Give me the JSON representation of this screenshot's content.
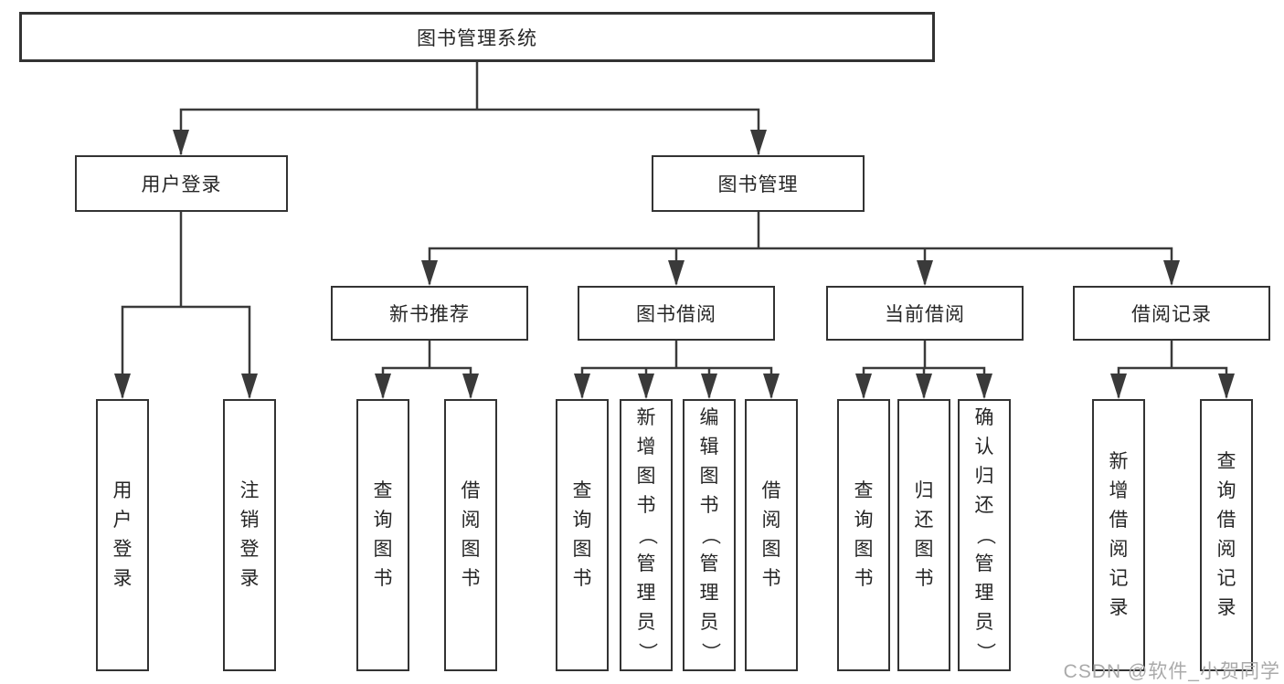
{
  "colors": {
    "background": "#ffffff",
    "line": "#3a3a3a",
    "box_border": "#333333",
    "text": "#262626",
    "watermark": "#aaaaaa"
  },
  "watermark": {
    "text": "CSDN @软件_小贺同学"
  },
  "diagram": {
    "root": {
      "label": "图书管理系统"
    },
    "branches": [
      {
        "label": "用户登录",
        "children": [
          {
            "label": "用户登录"
          },
          {
            "label": "注销登录"
          }
        ]
      },
      {
        "label": "图书管理",
        "children": [
          {
            "label": "新书推荐",
            "children": [
              {
                "label": "查询图书"
              },
              {
                "label": "借阅图书"
              }
            ]
          },
          {
            "label": "图书借阅",
            "children": [
              {
                "label": "查询图书"
              },
              {
                "label": "新增图书（管理员）"
              },
              {
                "label": "编辑图书（管理员）"
              },
              {
                "label": "借阅图书"
              }
            ]
          },
          {
            "label": "当前借阅",
            "children": [
              {
                "label": "查询图书"
              },
              {
                "label": "归还图书"
              },
              {
                "label": "确认归还（管理员）"
              }
            ]
          },
          {
            "label": "借阅记录",
            "children": [
              {
                "label": "新增借阅记录"
              },
              {
                "label": "查询借阅记录"
              }
            ]
          }
        ]
      }
    ]
  }
}
